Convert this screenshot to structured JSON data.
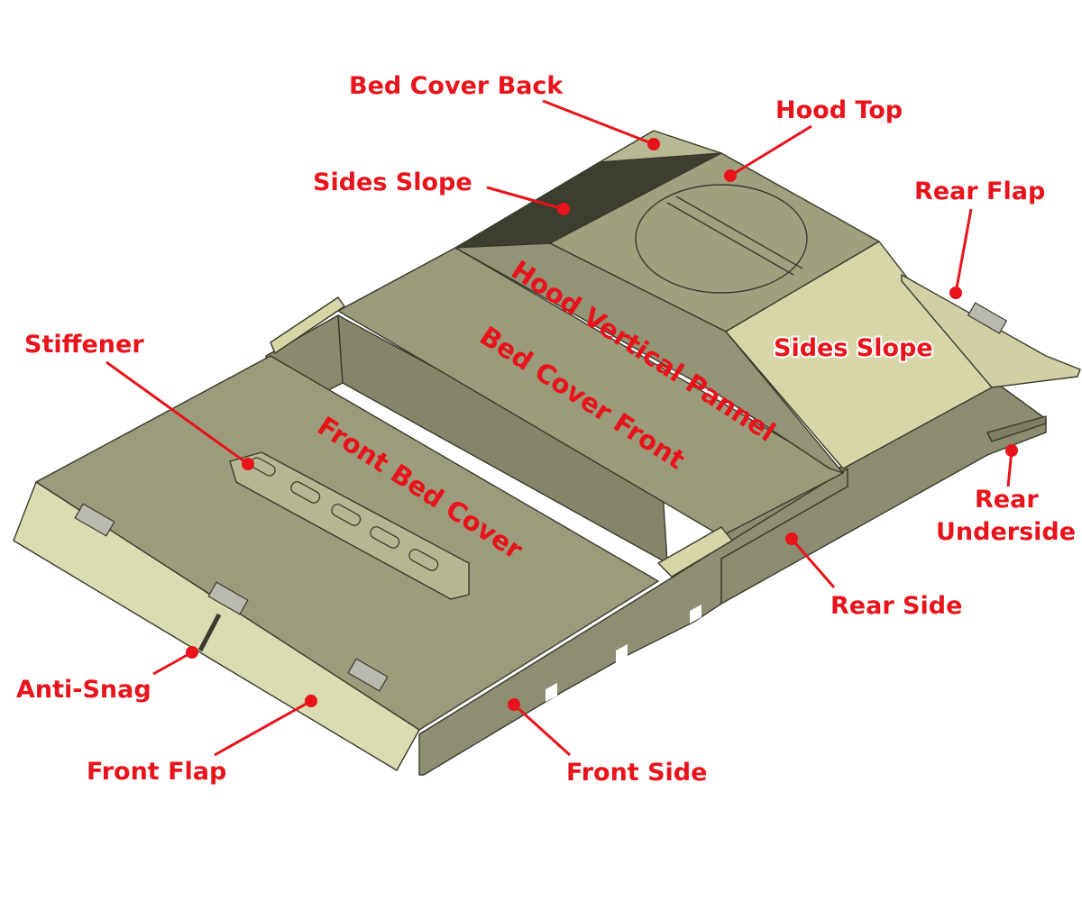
{
  "labels": {
    "bed_cover_back": "Bed Cover Back",
    "hood_top": "Hood Top",
    "sides_slope_left": "Sides Slope",
    "sides_slope_right": "Sides Slope",
    "rear_flap": "Rear Flap",
    "hood_vertical_pannel": "Hood Vertical Pannel",
    "bed_cover_front": "Bed Cover Front",
    "stiffener": "Stiffener",
    "front_bed_cover": "Front Bed Cover",
    "rear_underside_line1": "Rear",
    "rear_underside_line2": "Underside",
    "rear_side": "Rear Side",
    "anti_snag": "Anti-Snag",
    "front_flap": "Front Flap",
    "front_side": "Front Side"
  },
  "colors": {
    "label": "#e8131b",
    "panel": "#9a9a7a",
    "panel_dark": "#7f7f64",
    "panel_light": "#d6d6a8",
    "sides_slope_dark": "#3d3d30",
    "outline": "#3a3a2c"
  }
}
